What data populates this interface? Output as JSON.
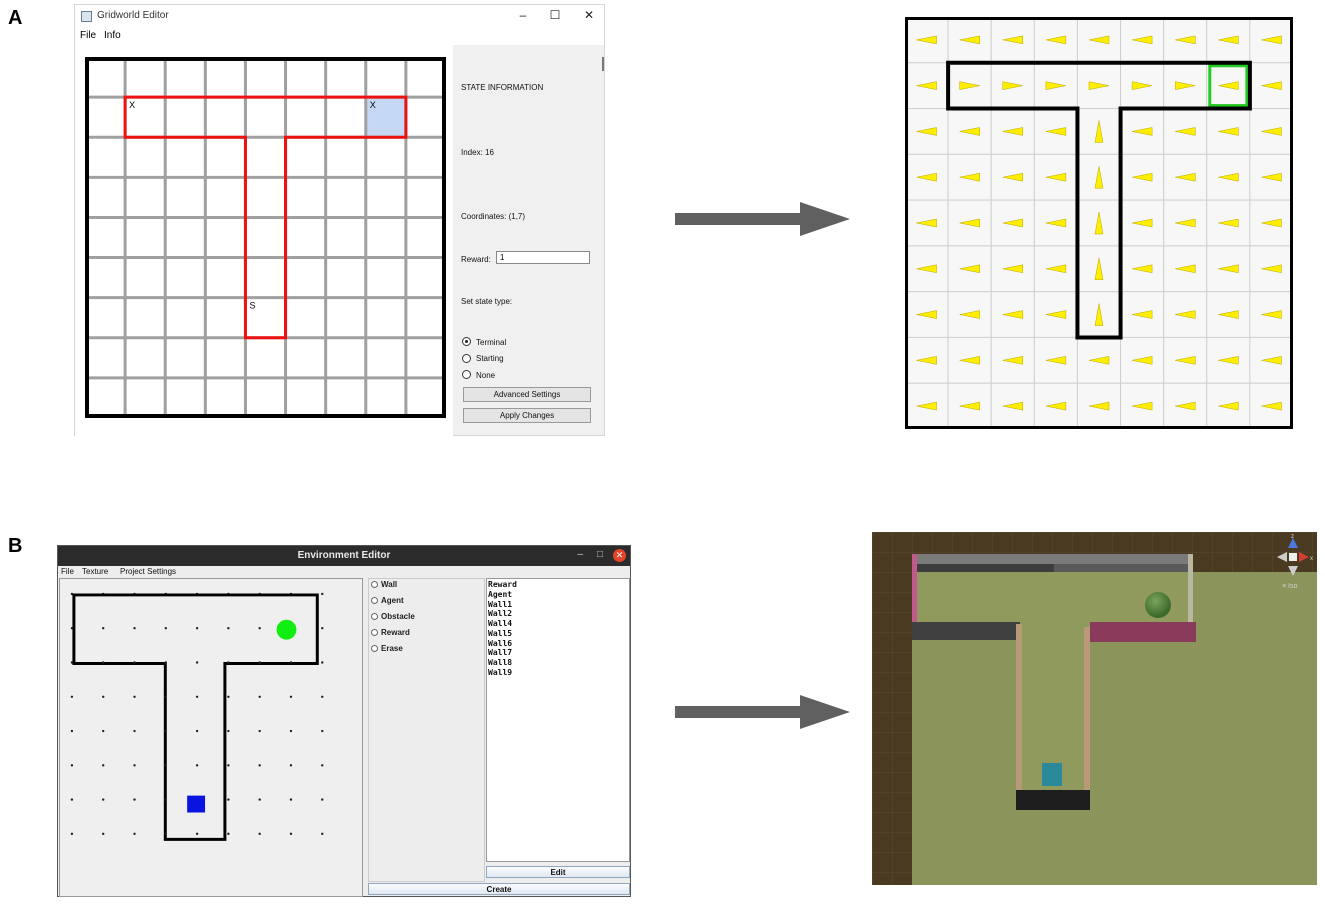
{
  "panels": {
    "a_label": "A",
    "b_label": "B"
  },
  "gridworld_editor": {
    "title": "Gridworld Editor",
    "window_buttons": {
      "minimize": "–",
      "maximize": "☐",
      "close": "✕"
    },
    "menus": [
      "File",
      "Info"
    ],
    "grid": {
      "rows": 9,
      "cols": 9,
      "markers": [
        {
          "text": "X",
          "row": 1,
          "col": 1
        },
        {
          "text": "X",
          "row": 1,
          "col": 7
        },
        {
          "text": "S",
          "row": 6,
          "col": 4
        }
      ],
      "selected_cell": {
        "row": 1,
        "col": 7
      }
    },
    "state_information_label": "STATE INFORMATION",
    "index_text": "Index: 16",
    "coordinates_text": "Coordinates: (1,7)",
    "reward_label": "Reward:",
    "reward_value": "1",
    "set_state_type_label": "Set state type:",
    "state_types": [
      {
        "label": "Terminal",
        "selected": true
      },
      {
        "label": "Starting",
        "selected": false
      },
      {
        "label": "None",
        "selected": false
      }
    ],
    "advanced_settings_button": "Advanced Settings",
    "apply_changes_button": "Apply Changes"
  },
  "policy_grid": {
    "rows": 9,
    "cols": 9,
    "arrow_color": "#ffee00",
    "goal_color": "#22cc22",
    "goal_cell": {
      "row": 1,
      "col": 7
    },
    "policy": [
      [
        "left",
        "left",
        "left",
        "left",
        "left",
        "left",
        "left",
        "left",
        "left"
      ],
      [
        "left",
        "right",
        "right",
        "right",
        "right",
        "right",
        "right",
        "left",
        "left"
      ],
      [
        "left",
        "left",
        "left",
        "left",
        "up",
        "left",
        "left",
        "left",
        "left"
      ],
      [
        "left",
        "left",
        "left",
        "left",
        "up",
        "left",
        "left",
        "left",
        "left"
      ],
      [
        "left",
        "left",
        "left",
        "left",
        "up",
        "left",
        "left",
        "left",
        "left"
      ],
      [
        "left",
        "left",
        "left",
        "left",
        "up",
        "left",
        "left",
        "left",
        "left"
      ],
      [
        "left",
        "left",
        "left",
        "left",
        "up",
        "left",
        "left",
        "left",
        "left"
      ],
      [
        "left",
        "left",
        "left",
        "left",
        "left",
        "left",
        "left",
        "left",
        "left"
      ],
      [
        "left",
        "left",
        "left",
        "left",
        "left",
        "left",
        "left",
        "left",
        "left"
      ]
    ]
  },
  "environment_editor": {
    "title": "Environment Editor",
    "window_buttons": {
      "minimize": "–",
      "maximize": "□",
      "close": "✕"
    },
    "menus": [
      "File",
      "Texture",
      "Project Settings"
    ],
    "tools": [
      "Wall",
      "Agent",
      "Obstacle",
      "Reward",
      "Erase"
    ],
    "objects": [
      "Reward",
      "Agent",
      "Wall1",
      "Wall2",
      "Wall4",
      "Wall5",
      "Wall6",
      "Wall7",
      "Wall8",
      "Wall9"
    ],
    "edit_button": "Edit",
    "create_button": "Create",
    "reward_color": "#11ee11",
    "agent_color": "#0a14e0"
  },
  "scene_3d": {
    "view_label": "≡ Iso",
    "axis_labels": {
      "z": "z",
      "x": "x"
    },
    "floor_color": "#8b945a",
    "ground_color": "#4a3a22"
  },
  "flow_arrows": {
    "color": "#606060"
  }
}
